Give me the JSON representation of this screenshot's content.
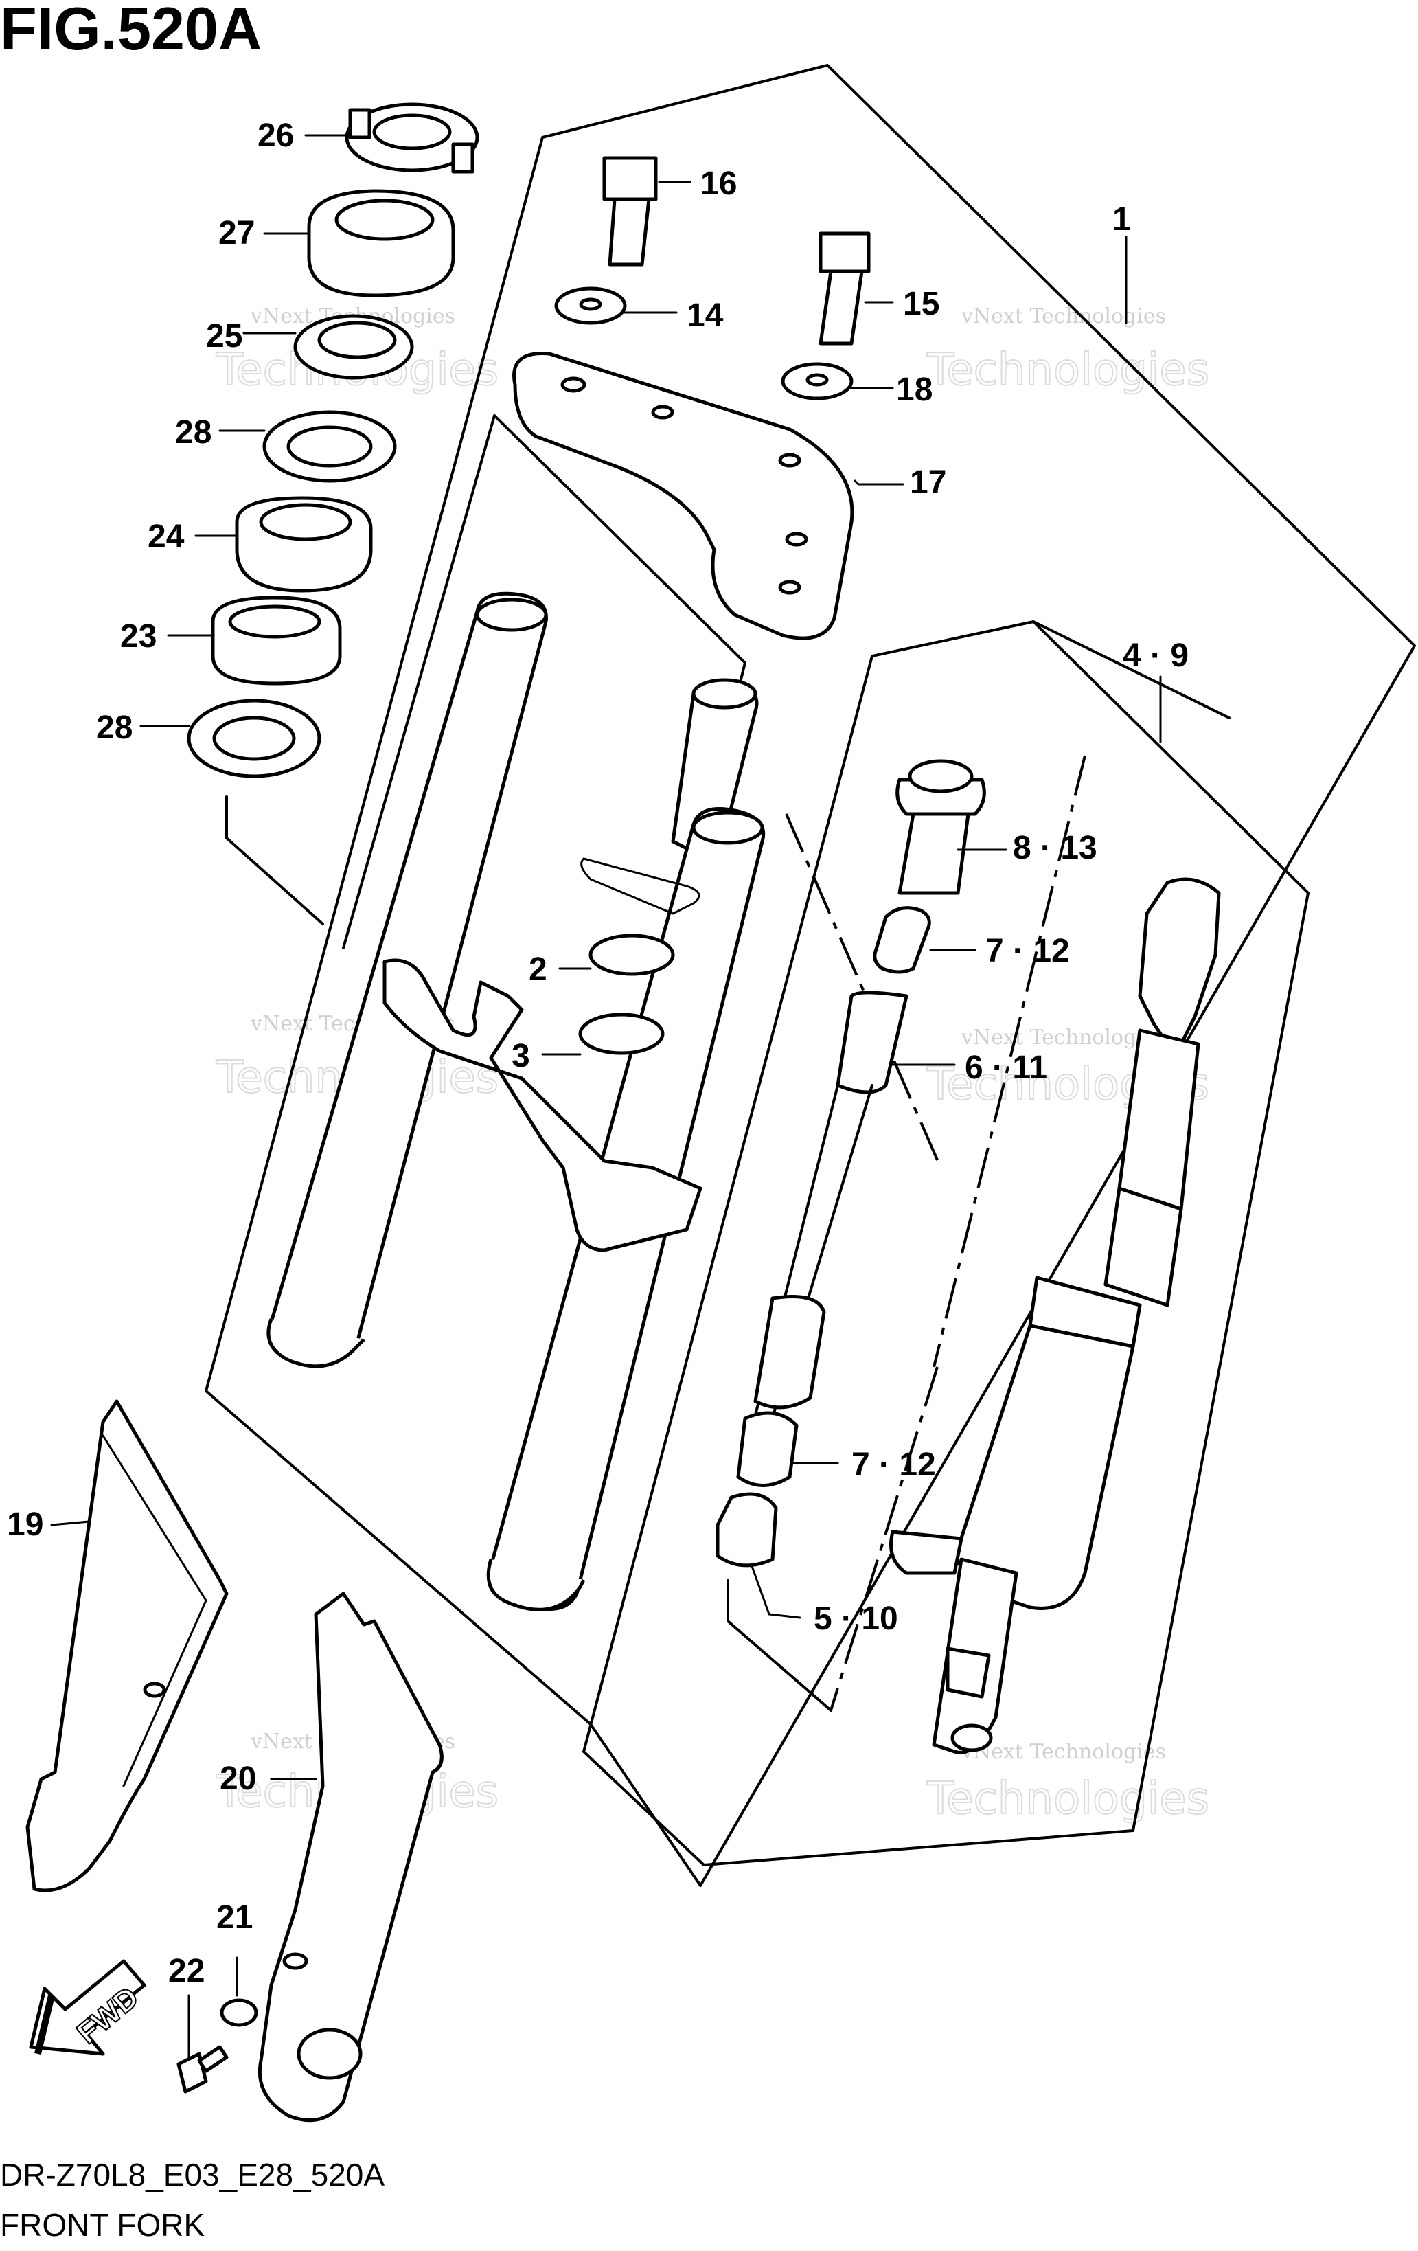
{
  "figure_title": "FIG.520A",
  "footer": {
    "code": "DR-Z70L8_E03_E28_520A",
    "name": "FRONT FORK"
  },
  "fwd_label": "FWD",
  "watermark": {
    "line1": "vNext Technologies",
    "line2": "Technologies"
  },
  "callouts": {
    "c1": "1",
    "c2": "2",
    "c3": "3",
    "c4_9": "4 · 9",
    "c5_10": "5 · 10",
    "c6_11": "6 · 11",
    "c7_12a": "7 · 12",
    "c7_12b": "7 · 12",
    "c8_13": "8 · 13",
    "c14": "14",
    "c15": "15",
    "c16": "16",
    "c17": "17",
    "c18": "18",
    "c19": "19",
    "c20": "20",
    "c21": "21",
    "c22": "22",
    "c23": "23",
    "c24": "24",
    "c25": "25",
    "c26": "26",
    "c27": "27",
    "c28a": "28",
    "c28b": "28"
  }
}
